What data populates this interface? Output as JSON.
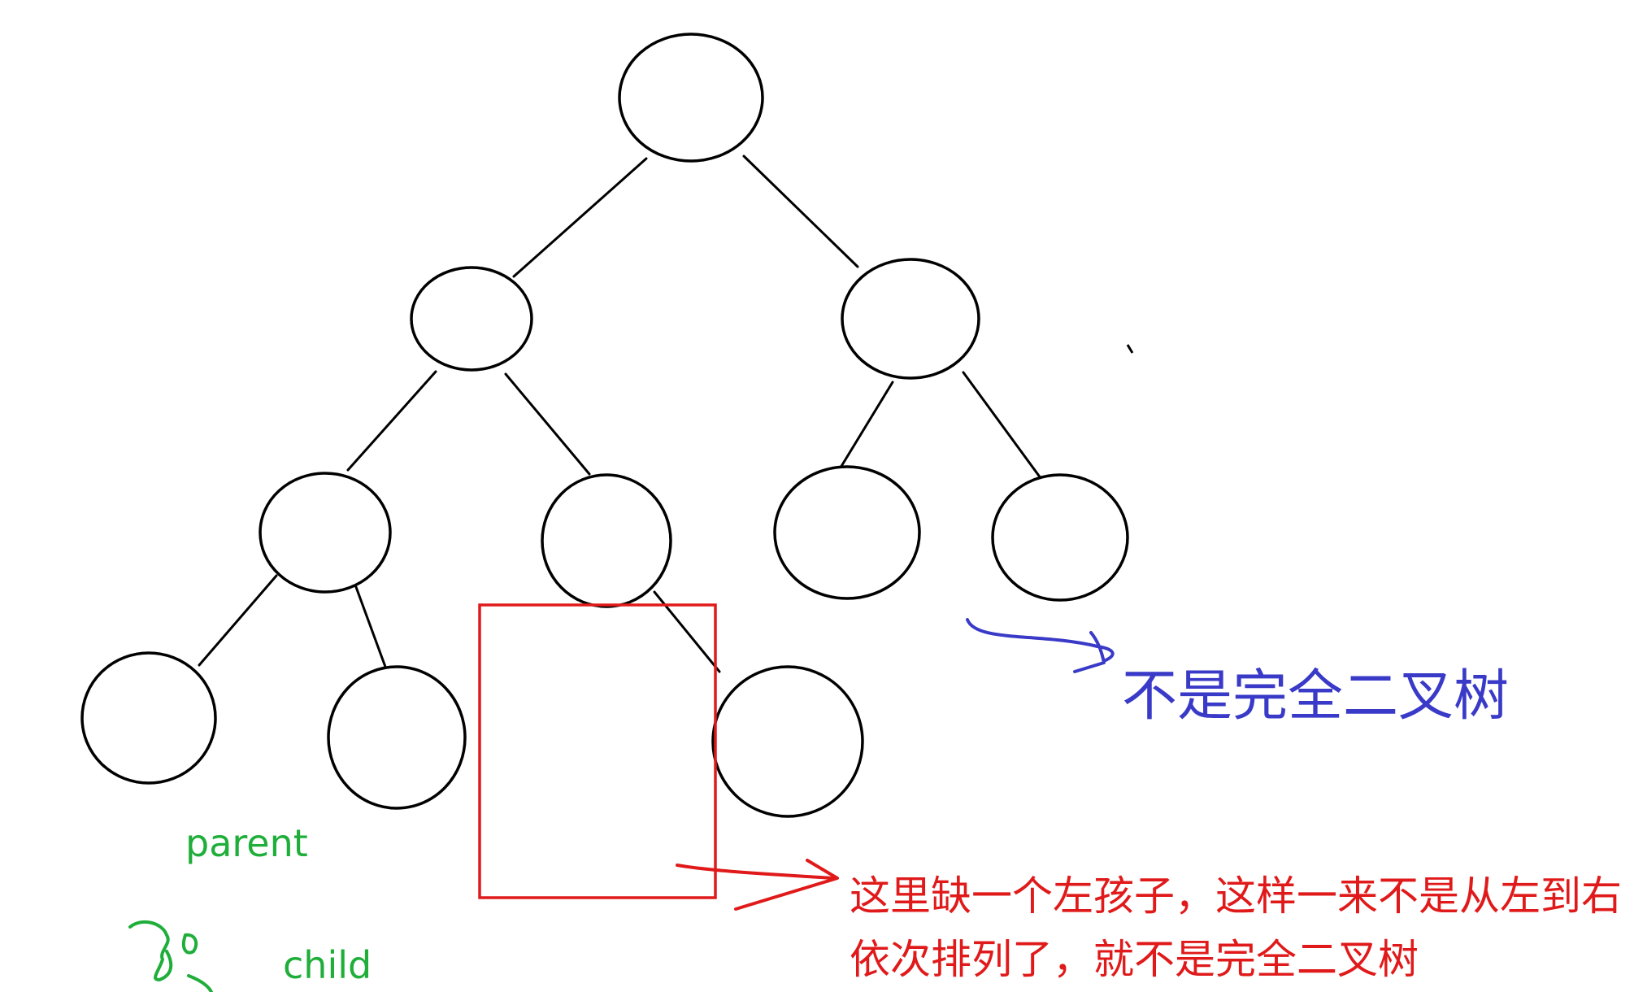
{
  "annotations": {
    "not_complete_label": "不是完全二叉树",
    "missing_left_line1": "这里缺一个左孩子，这样一来不是从左到右",
    "missing_left_line2": "依次排列了，就不是完全二叉树",
    "parent_label": "parent",
    "child_label": "child"
  },
  "colors": {
    "stroke": "#000000",
    "blue": "#3a3ac8",
    "red": "#e01a1a",
    "green": "#1fae3a"
  }
}
